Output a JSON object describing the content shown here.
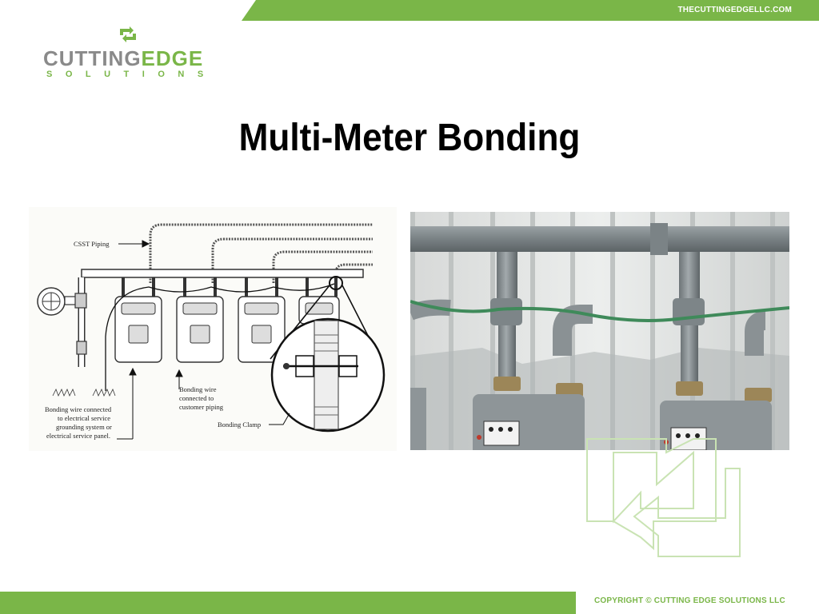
{
  "header": {
    "site_url": "THECUTTINGEDGELLC.COM"
  },
  "logo": {
    "word_1": "CUTTING",
    "word_2": "EDGE",
    "sub": "SOLUTIONS"
  },
  "slide": {
    "title": "Multi-Meter Bonding"
  },
  "diagram": {
    "label_csst": "CSST Piping",
    "label_bonding_1": "Bonding wire connected",
    "label_bonding_2": "to electrical service",
    "label_bonding_3": "grounding system or",
    "label_bonding_4": "electrical service panel.",
    "label_customer_1": "Bonding wire",
    "label_customer_2": "connected to",
    "label_customer_3": "customer piping",
    "label_clamp": "Bonding Clamp"
  },
  "footer": {
    "copyright": "COPYRIGHT © CUTTING EDGE SOLUTIONS LLC"
  },
  "colors": {
    "brand_green": "#7ab648",
    "brand_gray": "#8a8a8a"
  }
}
